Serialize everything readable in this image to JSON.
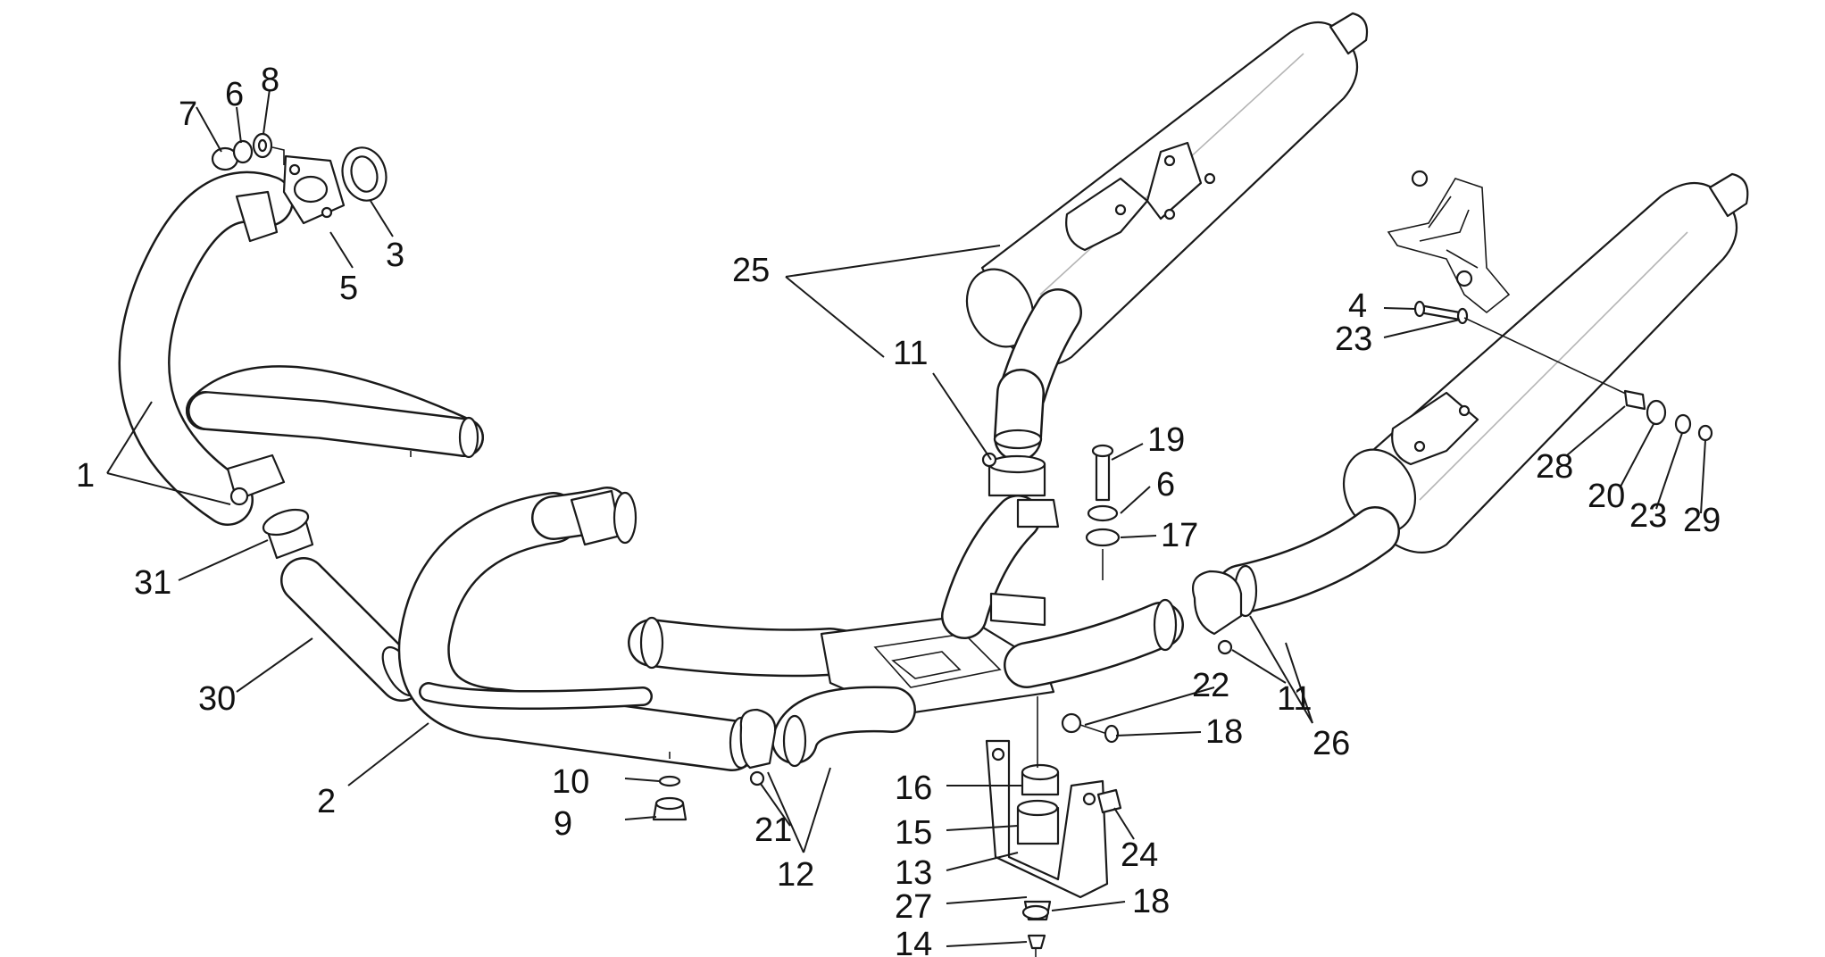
{
  "callouts": [
    {
      "text": "7"
    },
    {
      "text": "6"
    },
    {
      "text": "8"
    },
    {
      "text": "3"
    },
    {
      "text": "5"
    },
    {
      "text": "1"
    },
    {
      "text": "31"
    },
    {
      "text": "30"
    },
    {
      "text": "2"
    },
    {
      "text": "10"
    },
    {
      "text": "9"
    },
    {
      "text": "21"
    },
    {
      "text": "12"
    },
    {
      "text": "25"
    },
    {
      "text": "11"
    },
    {
      "text": "19"
    },
    {
      "text": "6"
    },
    {
      "text": "17"
    },
    {
      "text": "22"
    },
    {
      "text": "18"
    },
    {
      "text": "16"
    },
    {
      "text": "15"
    },
    {
      "text": "13"
    },
    {
      "text": "24"
    },
    {
      "text": "27"
    },
    {
      "text": "18"
    },
    {
      "text": "14"
    },
    {
      "text": "11"
    },
    {
      "text": "26"
    },
    {
      "text": "4"
    },
    {
      "text": "23"
    },
    {
      "text": "28"
    },
    {
      "text": "20"
    },
    {
      "text": "23"
    },
    {
      "text": "29"
    }
  ]
}
